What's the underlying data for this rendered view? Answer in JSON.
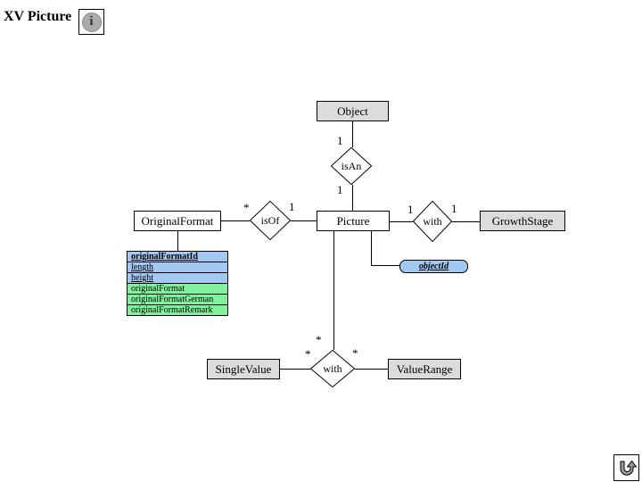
{
  "header": {
    "title": "XV Picture",
    "info_glyph": "i"
  },
  "colors": {
    "entity_gray": "#dcdcdc",
    "entity_white": "#ffffff",
    "attribute_blue": "#a3c8f2",
    "attribute_green": "#80f29c",
    "line": "#000000"
  },
  "diagram": {
    "entities": [
      {
        "label": "Object"
      },
      {
        "label": "OriginalFormat"
      },
      {
        "label": "Picture"
      },
      {
        "label": "GrowthStage"
      },
      {
        "label": "SingleValue"
      },
      {
        "label": "ValueRange"
      }
    ],
    "relationships": [
      {
        "label": "isAn"
      },
      {
        "label": "isOf"
      },
      {
        "label": "with"
      },
      {
        "label": "with"
      }
    ],
    "cardinalities": [
      {
        "value": "1"
      },
      {
        "value": "1"
      },
      {
        "value": "*"
      },
      {
        "value": "1"
      },
      {
        "value": "1"
      },
      {
        "value": "1"
      },
      {
        "value": "*"
      },
      {
        "value": "*"
      },
      {
        "value": "*"
      }
    ],
    "original_format_attributes": [
      {
        "label": "originalFormatId",
        "key": true,
        "underlined": true
      },
      {
        "label": "length",
        "key": false,
        "underlined": true
      },
      {
        "label": "height",
        "key": false,
        "underlined": true
      },
      {
        "label": "originalFormat",
        "key": false,
        "underlined": false
      },
      {
        "label": "originalFormatGerman",
        "key": false,
        "underlined": false
      },
      {
        "label": "originalFormatRemark",
        "key": false,
        "underlined": false
      }
    ],
    "picture_attribute": {
      "label": "objectId"
    }
  },
  "footer": {
    "back_icon": "u-turn-arrow"
  }
}
